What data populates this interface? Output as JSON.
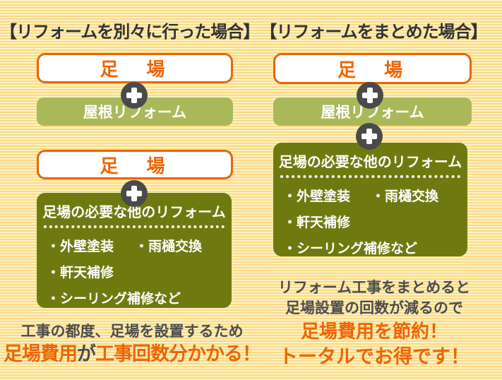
{
  "colors": {
    "orange_text": "#ED6505",
    "orange_border": "#E8650C",
    "gray_text": "#4C4C4C",
    "title_text": "#323232",
    "light_green_box": "#A9B95A",
    "dark_olive_box": "#6E7A10",
    "plus_circle": "#4A4A4A",
    "stripe_light": "#FDF2C5",
    "stripe_dark": "#F9DA85"
  },
  "icons": {
    "plus": "+"
  },
  "left": {
    "title": "【リフォームを別々に行った場合】",
    "scaffold_label_1": "足　場",
    "roof_reform_label": "屋根リフォーム",
    "scaffold_label_2": "足　場",
    "other_reform": {
      "heading": "足場の必要な他のリフォーム",
      "item_1": "・外壁塗装",
      "item_2": "・雨樋交換",
      "item_3": "・軒天補修",
      "item_4": "・シーリング補修など"
    },
    "caption_line_1": "工事の都度、足場を設置するため",
    "caption_line_2_part_1": "足場費用",
    "caption_line_2_part_2": "が",
    "caption_line_2_part_3": "工事回数分かかる！"
  },
  "right": {
    "title": "【リフォームをまとめた場合】",
    "scaffold_label": "足　場",
    "roof_reform_label": "屋根リフォーム",
    "other_reform": {
      "heading": "足場の必要な他のリフォーム",
      "item_1": "・外壁塗装",
      "item_2": "・雨樋交換",
      "item_3": "・軒天補修",
      "item_4": "・シーリング補修など"
    },
    "caption_line_1": "リフォーム工事をまとめると",
    "caption_line_2": "足場設置の回数が減るので",
    "caption_line_3": "足場費用を節約！",
    "caption_line_4": "トータルでお得です！"
  }
}
